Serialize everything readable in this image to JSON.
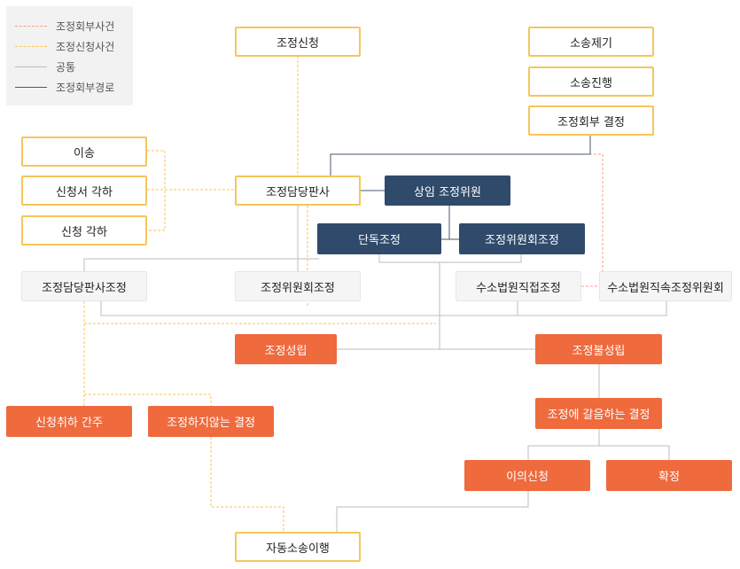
{
  "legend": {
    "items": [
      {
        "label": "조정회부사건",
        "color": "#f7a08a",
        "style": "dashed"
      },
      {
        "label": "조정신청사건",
        "color": "#f6c65a",
        "style": "dashed"
      },
      {
        "label": "공통",
        "color": "#bdbdbd",
        "style": "solid"
      },
      {
        "label": "조정회부경로",
        "color": "#4a5a6e",
        "style": "solid"
      }
    ]
  },
  "nodes": {
    "apply": "조정신청",
    "withdraw_suit": "소송제기",
    "lawsuit": "소송진행",
    "refer_decision": "조정회부 결정",
    "transfer": "이송",
    "application_reject": "신청서 각하",
    "application_dismiss": "신청 각하",
    "judge": "조정담당판사",
    "standing_committee": "상임 조정위원",
    "single": "단독조정",
    "committee_mediation_top": "조정위원회조정",
    "judge_mediation": "조정담당판사조정",
    "committee_mediation": "조정위원회조정",
    "court_direct": "수소법원직접조정",
    "court_committee": "수소법원직속조정위원회",
    "success": "조정성립",
    "failure": "조정불성립",
    "withdrawn": "신청취하 간주",
    "no_mediation": "조정하지않는 결정",
    "decision_instead": "조정에 갈음하는 결정",
    "objection": "이의신청",
    "final": "확정",
    "auto_suit": "자동소송이행"
  },
  "colors": {
    "referral": "#f7a08a",
    "application": "#f6c65a",
    "common": "#bdbdbd",
    "route": "#4a5a6e",
    "navy": "#2f4a6b",
    "orange": "#ef6a3d"
  }
}
